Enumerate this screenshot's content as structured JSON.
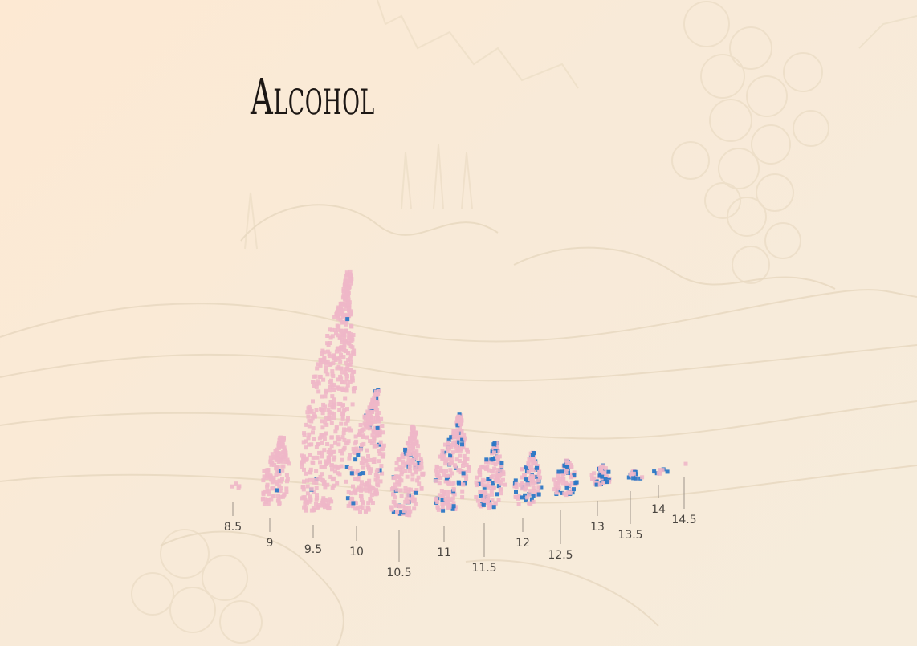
{
  "chart_data": {
    "type": "scatter",
    "title": "Alcohol",
    "categories": [
      "8.5",
      "9",
      "9.5",
      "10",
      "10.5",
      "11",
      "11.5",
      "12",
      "12.5",
      "13",
      "13.5",
      "14",
      "14.5"
    ],
    "series": [
      {
        "values": [
          4,
          150,
          540,
          260,
          185,
          190,
          120,
          85,
          55,
          30,
          12,
          5,
          1
        ]
      },
      {
        "values": [
          0,
          2,
          3,
          20,
          18,
          28,
          30,
          32,
          28,
          16,
          9,
          4,
          0
        ]
      }
    ],
    "colors": {
      "pink": "#eeb7c8",
      "blue": "#2b78c6",
      "label": "#4a4540",
      "background": "#f8ead8"
    },
    "grid": false,
    "legend": "none"
  }
}
